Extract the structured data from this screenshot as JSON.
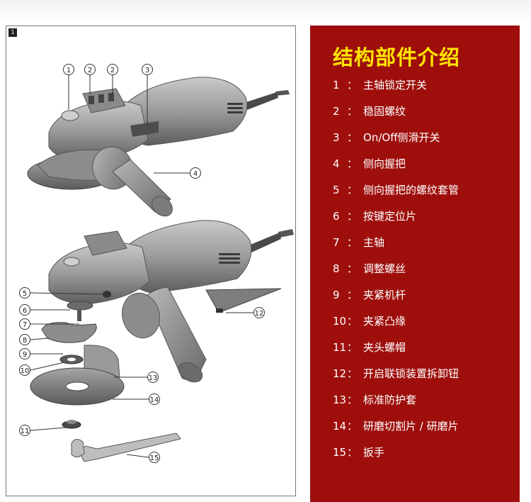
{
  "diagram": {
    "page_tag": "1",
    "callouts": [
      "1",
      "2",
      "2",
      "3",
      "4",
      "5",
      "6",
      "7",
      "8",
      "9",
      "10",
      "11",
      "12",
      "13",
      "14",
      "15"
    ]
  },
  "info_panel": {
    "title": "结构部件介绍",
    "background_color": "#9e0f0c",
    "title_color": "#ffe600",
    "items": [
      {
        "num": "1",
        "sep": "：",
        "label": "主轴锁定开关"
      },
      {
        "num": "2",
        "sep": "：",
        "label": "稳固螺纹"
      },
      {
        "num": "3",
        "sep": "：",
        "label": "On/Off侧滑开关"
      },
      {
        "num": "4",
        "sep": "：",
        "label": "侧向握把"
      },
      {
        "num": "5",
        "sep": "：",
        "label": "侧向握把的螺纹套管"
      },
      {
        "num": "6",
        "sep": "：",
        "label": "按键定位片"
      },
      {
        "num": "7",
        "sep": "：",
        "label": "主轴"
      },
      {
        "num": "8",
        "sep": "：",
        "label": "调整螺丝"
      },
      {
        "num": "9",
        "sep": "：",
        "label": "夹紧机杆"
      },
      {
        "num": "10",
        "sep": "：",
        "label": "夹紧凸缘"
      },
      {
        "num": "11",
        "sep": "：",
        "label": "夹头螺帽"
      },
      {
        "num": "12",
        "sep": "：",
        "label": "开启联锁装置拆卸钮"
      },
      {
        "num": "13",
        "sep": "：",
        "label": "标准防护套"
      },
      {
        "num": "14",
        "sep": "：",
        "label": "研磨切割片 / 研磨片"
      },
      {
        "num": "15",
        "sep": "：",
        "label": "扳手"
      }
    ]
  }
}
